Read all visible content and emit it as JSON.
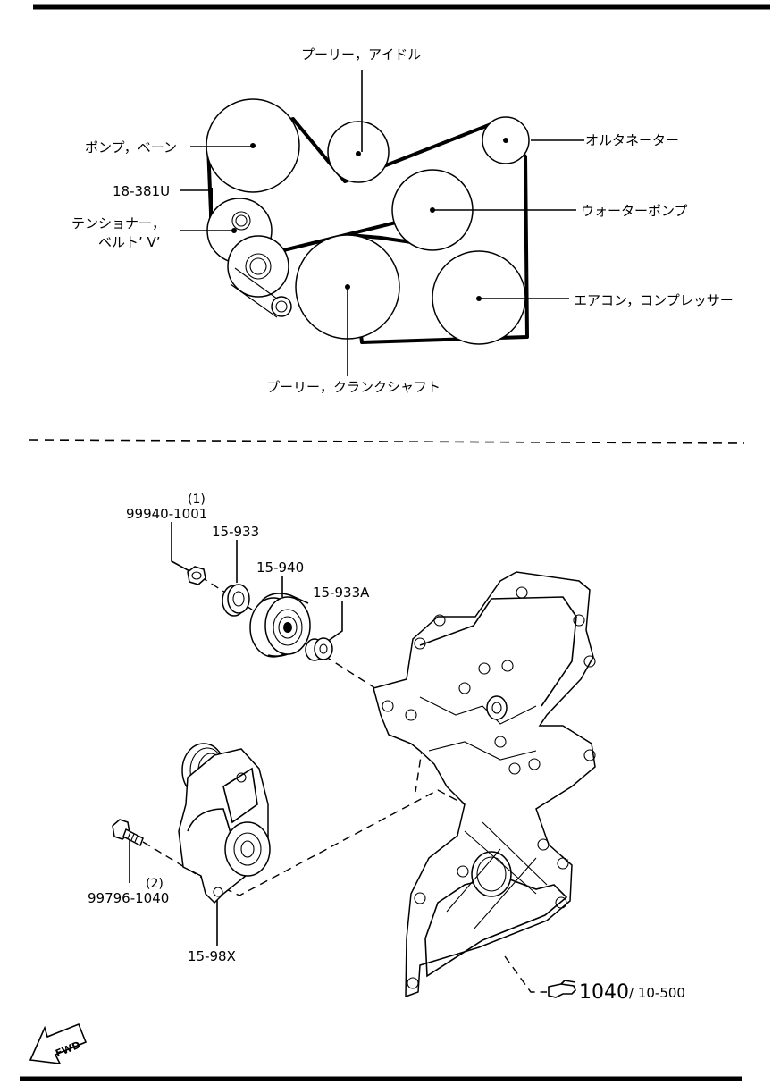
{
  "belt_layout": {
    "labels": {
      "idler_pulley": "プーリー，アイドル",
      "vane_pump": "ポンプ，ベーン",
      "alternator": "オルタネーター",
      "belt_part": "18-381U",
      "tensioner_line1": "テンショナー，",
      "tensioner_line2": "ベルト’ V’",
      "water_pump": "ウォーターポンプ",
      "ac_compressor": "エアコン，コンプレッサー",
      "crank_pulley": "プーリー，クランクシャフト"
    }
  },
  "exploded_view": {
    "parts": {
      "nut_qty": "(1)",
      "nut_part": "99940-1001",
      "washer_part": "15-933",
      "pulley_part": "15-940",
      "spacer_part": "15-933A",
      "bolt_qty": "(2)",
      "bolt_part": "99796-1040",
      "tensioner_part": "15-98X"
    },
    "reference": {
      "main": "1040",
      "sub": "/ 10-500"
    },
    "direction_arrow": "FWD"
  }
}
